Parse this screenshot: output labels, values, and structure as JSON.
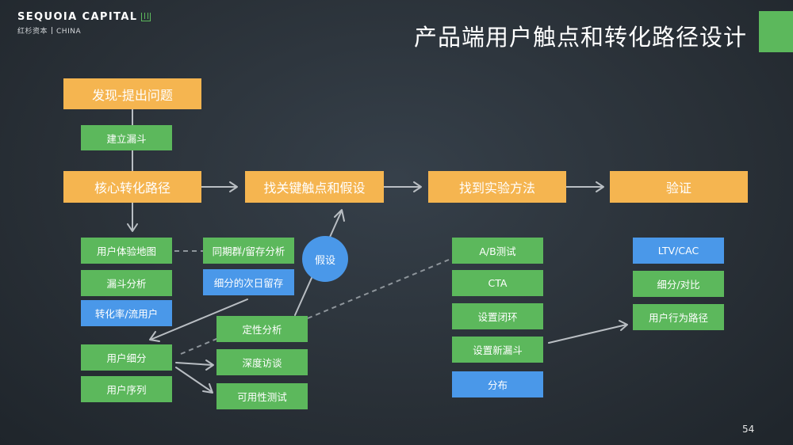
{
  "header": {
    "brand": "SEQUOIA CAPITAL",
    "brand_cn": "红杉资本",
    "brand_en_sub": "CHINA",
    "title": "产品端用户触点和转化路径设计"
  },
  "colors": {
    "orange": "#f5b550",
    "green": "#5cb85c",
    "blue": "#4a98e9",
    "accent": "#5cb85c"
  },
  "steps": {
    "discover": "发现-提出问题",
    "funnel": "建立漏斗",
    "core_path": "核心转化路径",
    "touchpoints": "找关键触点和假设",
    "experiment": "找到实验方法",
    "verify": "验证"
  },
  "analysis": {
    "experience_map": "用户体验地图",
    "funnel_analysis": "漏斗分析",
    "conversion_rate": "转化率/流用户",
    "segmentation": "用户细分",
    "sequence": "用户序列",
    "cohort": "同期群/留存分析",
    "next_day_retention": "细分的次日留存",
    "hypothesis": "假设"
  },
  "research": {
    "qualitative": "定性分析",
    "interview": "深度访谈",
    "usability": "可用性测试"
  },
  "methods": {
    "ab_test": "A/B测试",
    "cta": "CTA",
    "closed_loop": "设置闭环",
    "new_funnel": "设置新漏斗",
    "distribution": "分布"
  },
  "metrics": {
    "ltv_cac": "LTV/CAC",
    "segment_compare": "细分/对比",
    "behavior_path": "用户行为路径"
  },
  "page_number": "54"
}
